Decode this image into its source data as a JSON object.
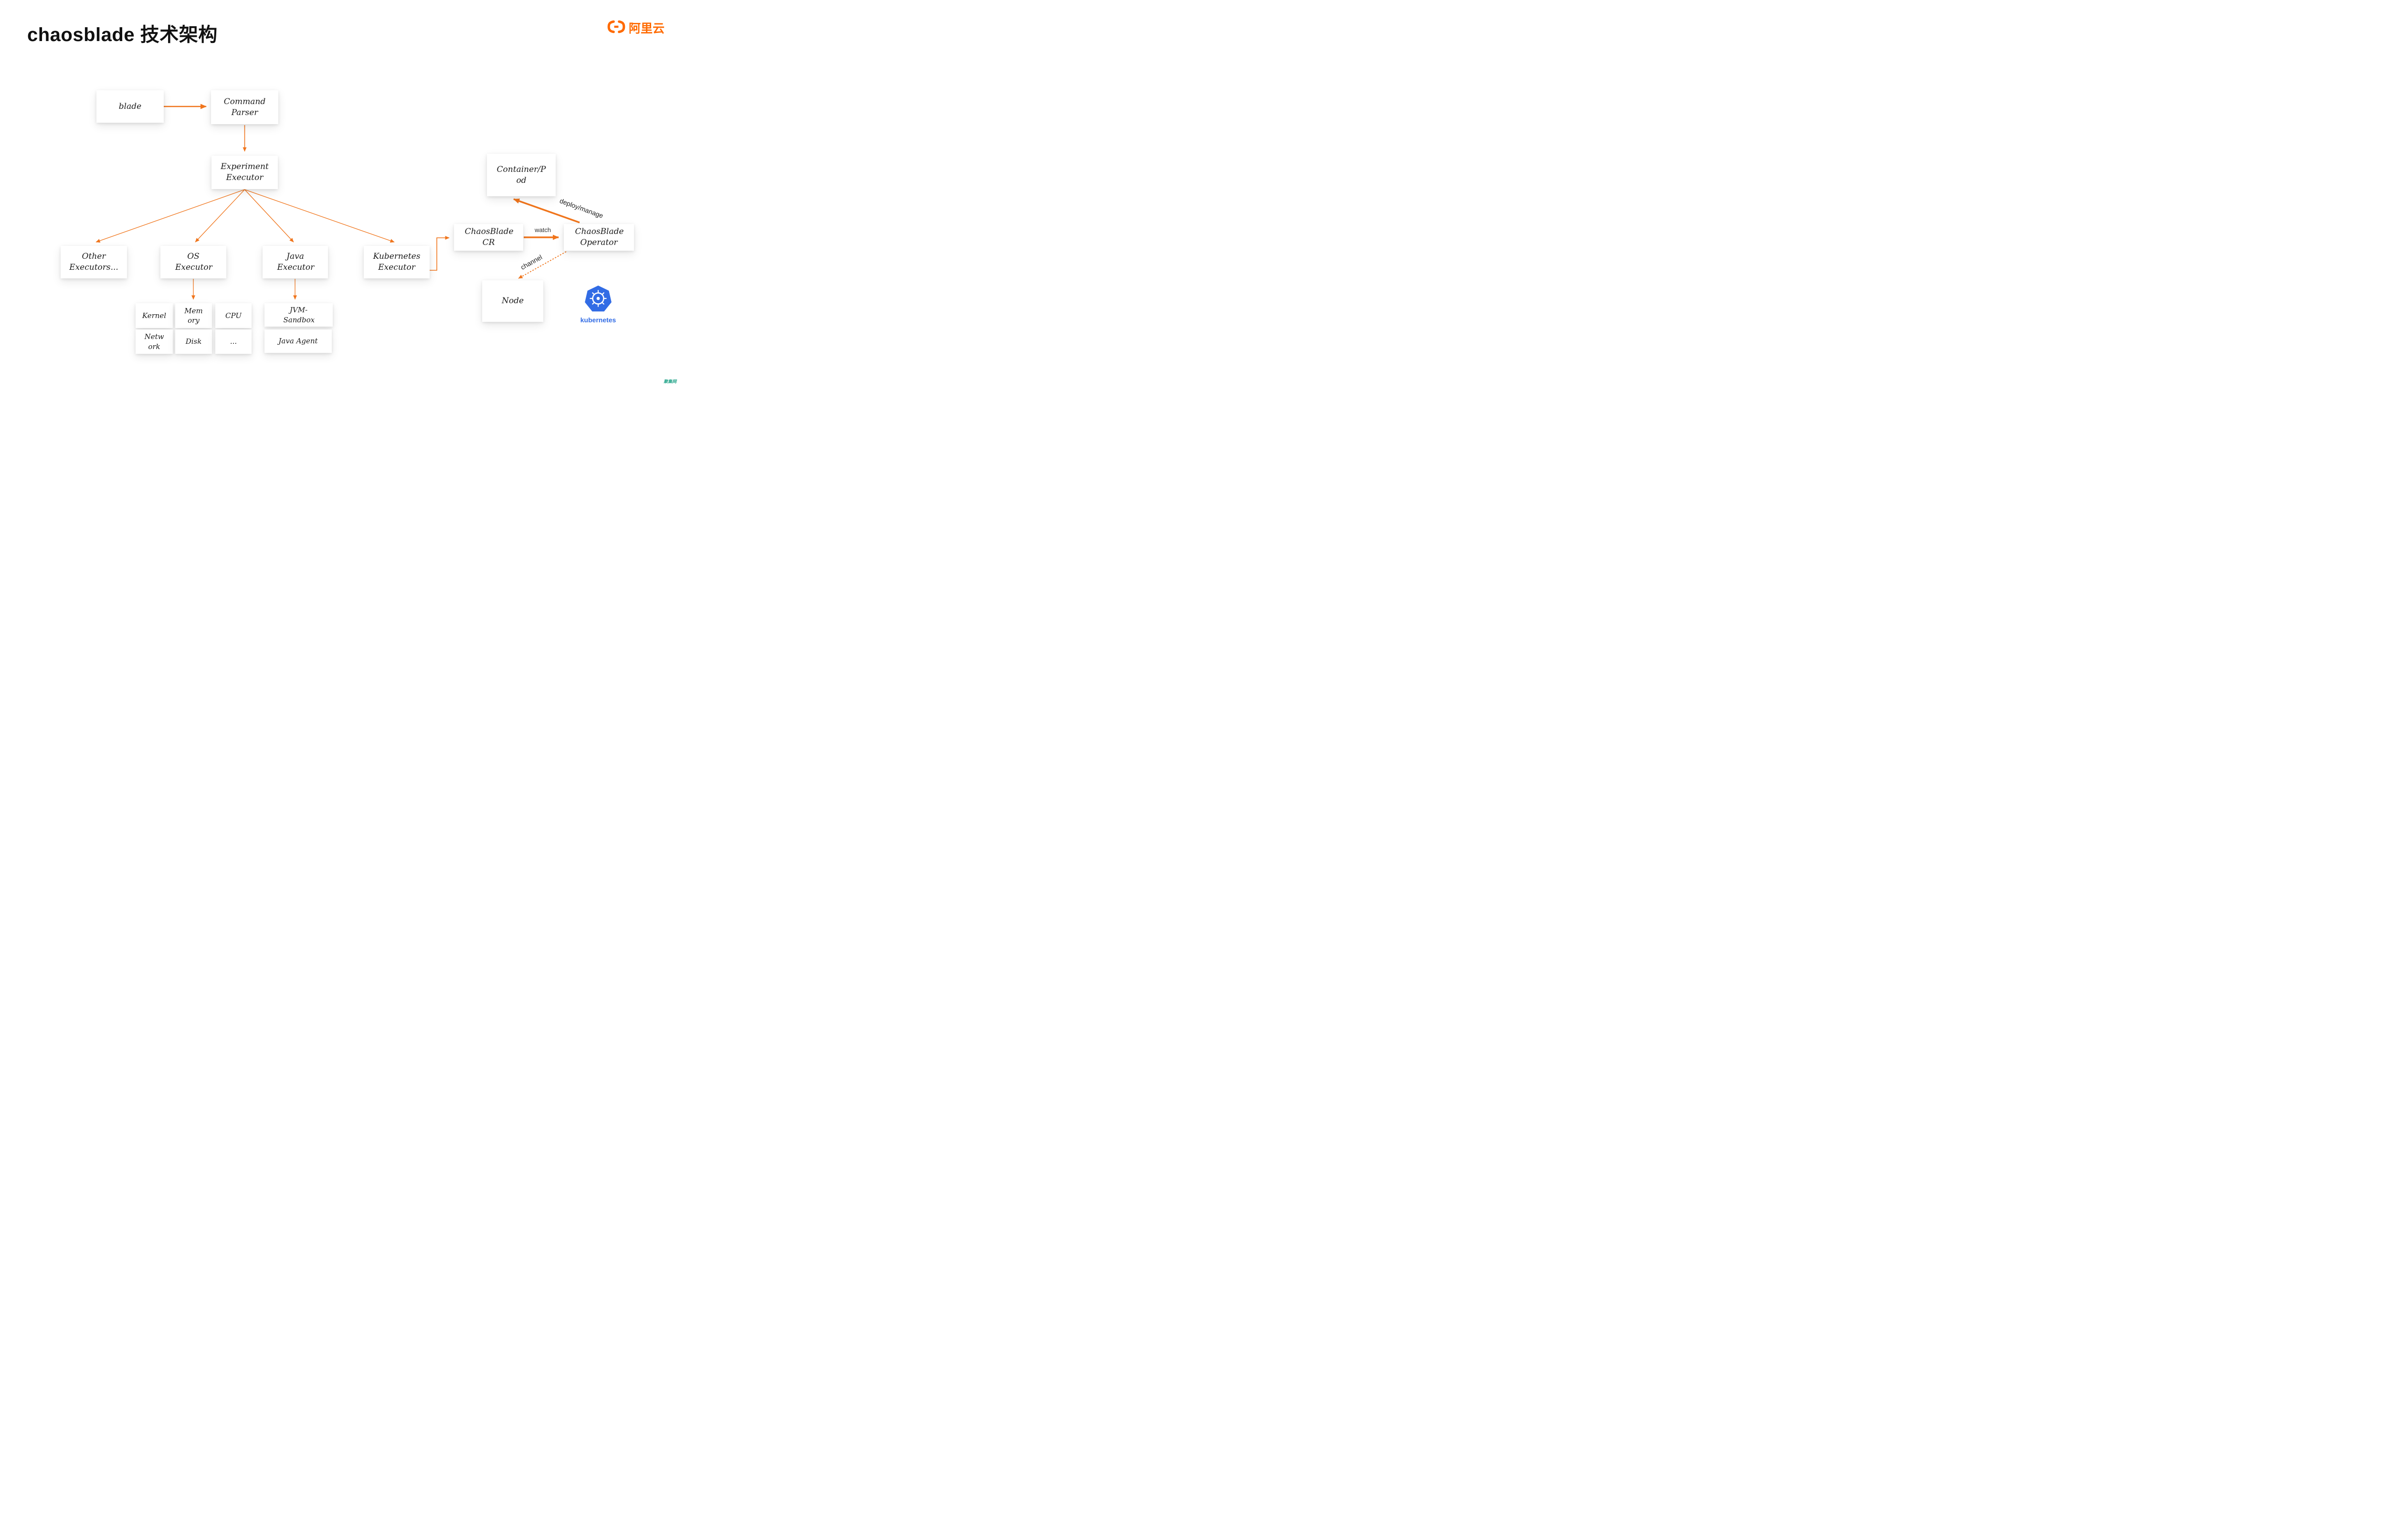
{
  "title": "chaosblade 技术架构",
  "header_logo": {
    "brand_text": "阿里云",
    "color": "#FF6A00"
  },
  "watermark": "聚集网",
  "nodes": {
    "blade": {
      "label": "blade"
    },
    "command_parser": {
      "label": "Command Parser"
    },
    "experiment_executor": {
      "label": "Experiment Executor"
    },
    "other_executors": {
      "label": "Other Executors..."
    },
    "os_executor": {
      "label": "OS Executor"
    },
    "java_executor": {
      "label": "Java Executor"
    },
    "kubernetes_executor": {
      "label": "Kubernetes Executor"
    },
    "kernel": {
      "label": "Kernel"
    },
    "memory": {
      "label": "Memory"
    },
    "cpu": {
      "label": "CPU"
    },
    "network": {
      "label": "Network"
    },
    "disk": {
      "label": "Disk"
    },
    "more": {
      "label": "..."
    },
    "jvm_sandbox": {
      "label": "JVM-Sandbox"
    },
    "java_agent": {
      "label": "Java Agent"
    },
    "container_pod": {
      "label": "Container/Pod"
    },
    "chaosblade_cr": {
      "label": "ChaosBlade CR"
    },
    "chaosblade_operator": {
      "label": "ChaosBlade Operator"
    },
    "node": {
      "label": "Node"
    }
  },
  "edge_labels": {
    "watch": "watch",
    "deploy_manage": "deploy/manage",
    "channel": "channel"
  },
  "kubernetes_logo": {
    "label": "kubernetes",
    "color": "#326CE5"
  },
  "colors": {
    "arrow": "#f0751c",
    "brand_orange": "#FF6A00",
    "text": "#1c1c1c",
    "watermark": "#2aa78d"
  }
}
